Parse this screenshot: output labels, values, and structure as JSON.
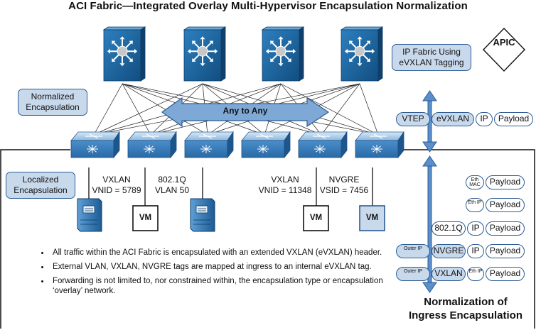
{
  "title": "ACI Fabric—Integrated Overlay Multi-Hypervisor Encapsulation Normalization",
  "callouts": {
    "ip_fabric": [
      "IP Fabric Using",
      "eVXLAN Tagging"
    ],
    "normalized": [
      "Normalized",
      "Encapsulation"
    ],
    "localized": [
      "Localized",
      "Encapsulation"
    ]
  },
  "apic": "APIC",
  "any_to_any": "Any to Any",
  "tags": {
    "vxlan1": [
      "VXLAN",
      "VNID = 5789"
    ],
    "dot1q": [
      "802.1Q",
      "VLAN 50"
    ],
    "vxlan2": [
      "VXLAN",
      "VNID = 11348"
    ],
    "nvgre": [
      "NVGRE",
      "VSID = 7456"
    ]
  },
  "vm_label": "VM",
  "header_row": [
    "VTEP",
    "eVXLAN",
    "IP",
    "Payload"
  ],
  "encap_rows": [
    [
      "Eth MAC",
      "Payload"
    ],
    [
      "Eth IP",
      "Payload"
    ],
    [
      "802.1Q",
      "IP",
      "Payload"
    ],
    [
      "Outer IP",
      "NVGRE",
      "IP",
      "Payload"
    ],
    [
      "Outer IP",
      "VXLAN",
      "Eth IP",
      "Payload"
    ]
  ],
  "bullets": [
    "All traffic within the ACI Fabric is encapsulated with an extended VXLAN (eVXLAN) header.",
    "External VLAN, VXLAN, NVGRE tags are mapped at ingress to an internal eVXLAN tag.",
    "Forwarding is not limited to, nor constrained within, the encapsulation type or encapsulation ‘overlay’ network."
  ],
  "caption": [
    "Normalization of",
    "Ingress Encapsulation"
  ],
  "colors": {
    "accent": "#2c5c94",
    "callout_fill": "#c9d9ec",
    "spine_fill": "#1f6aa3",
    "leaf_fill": "#5a9ad0"
  }
}
